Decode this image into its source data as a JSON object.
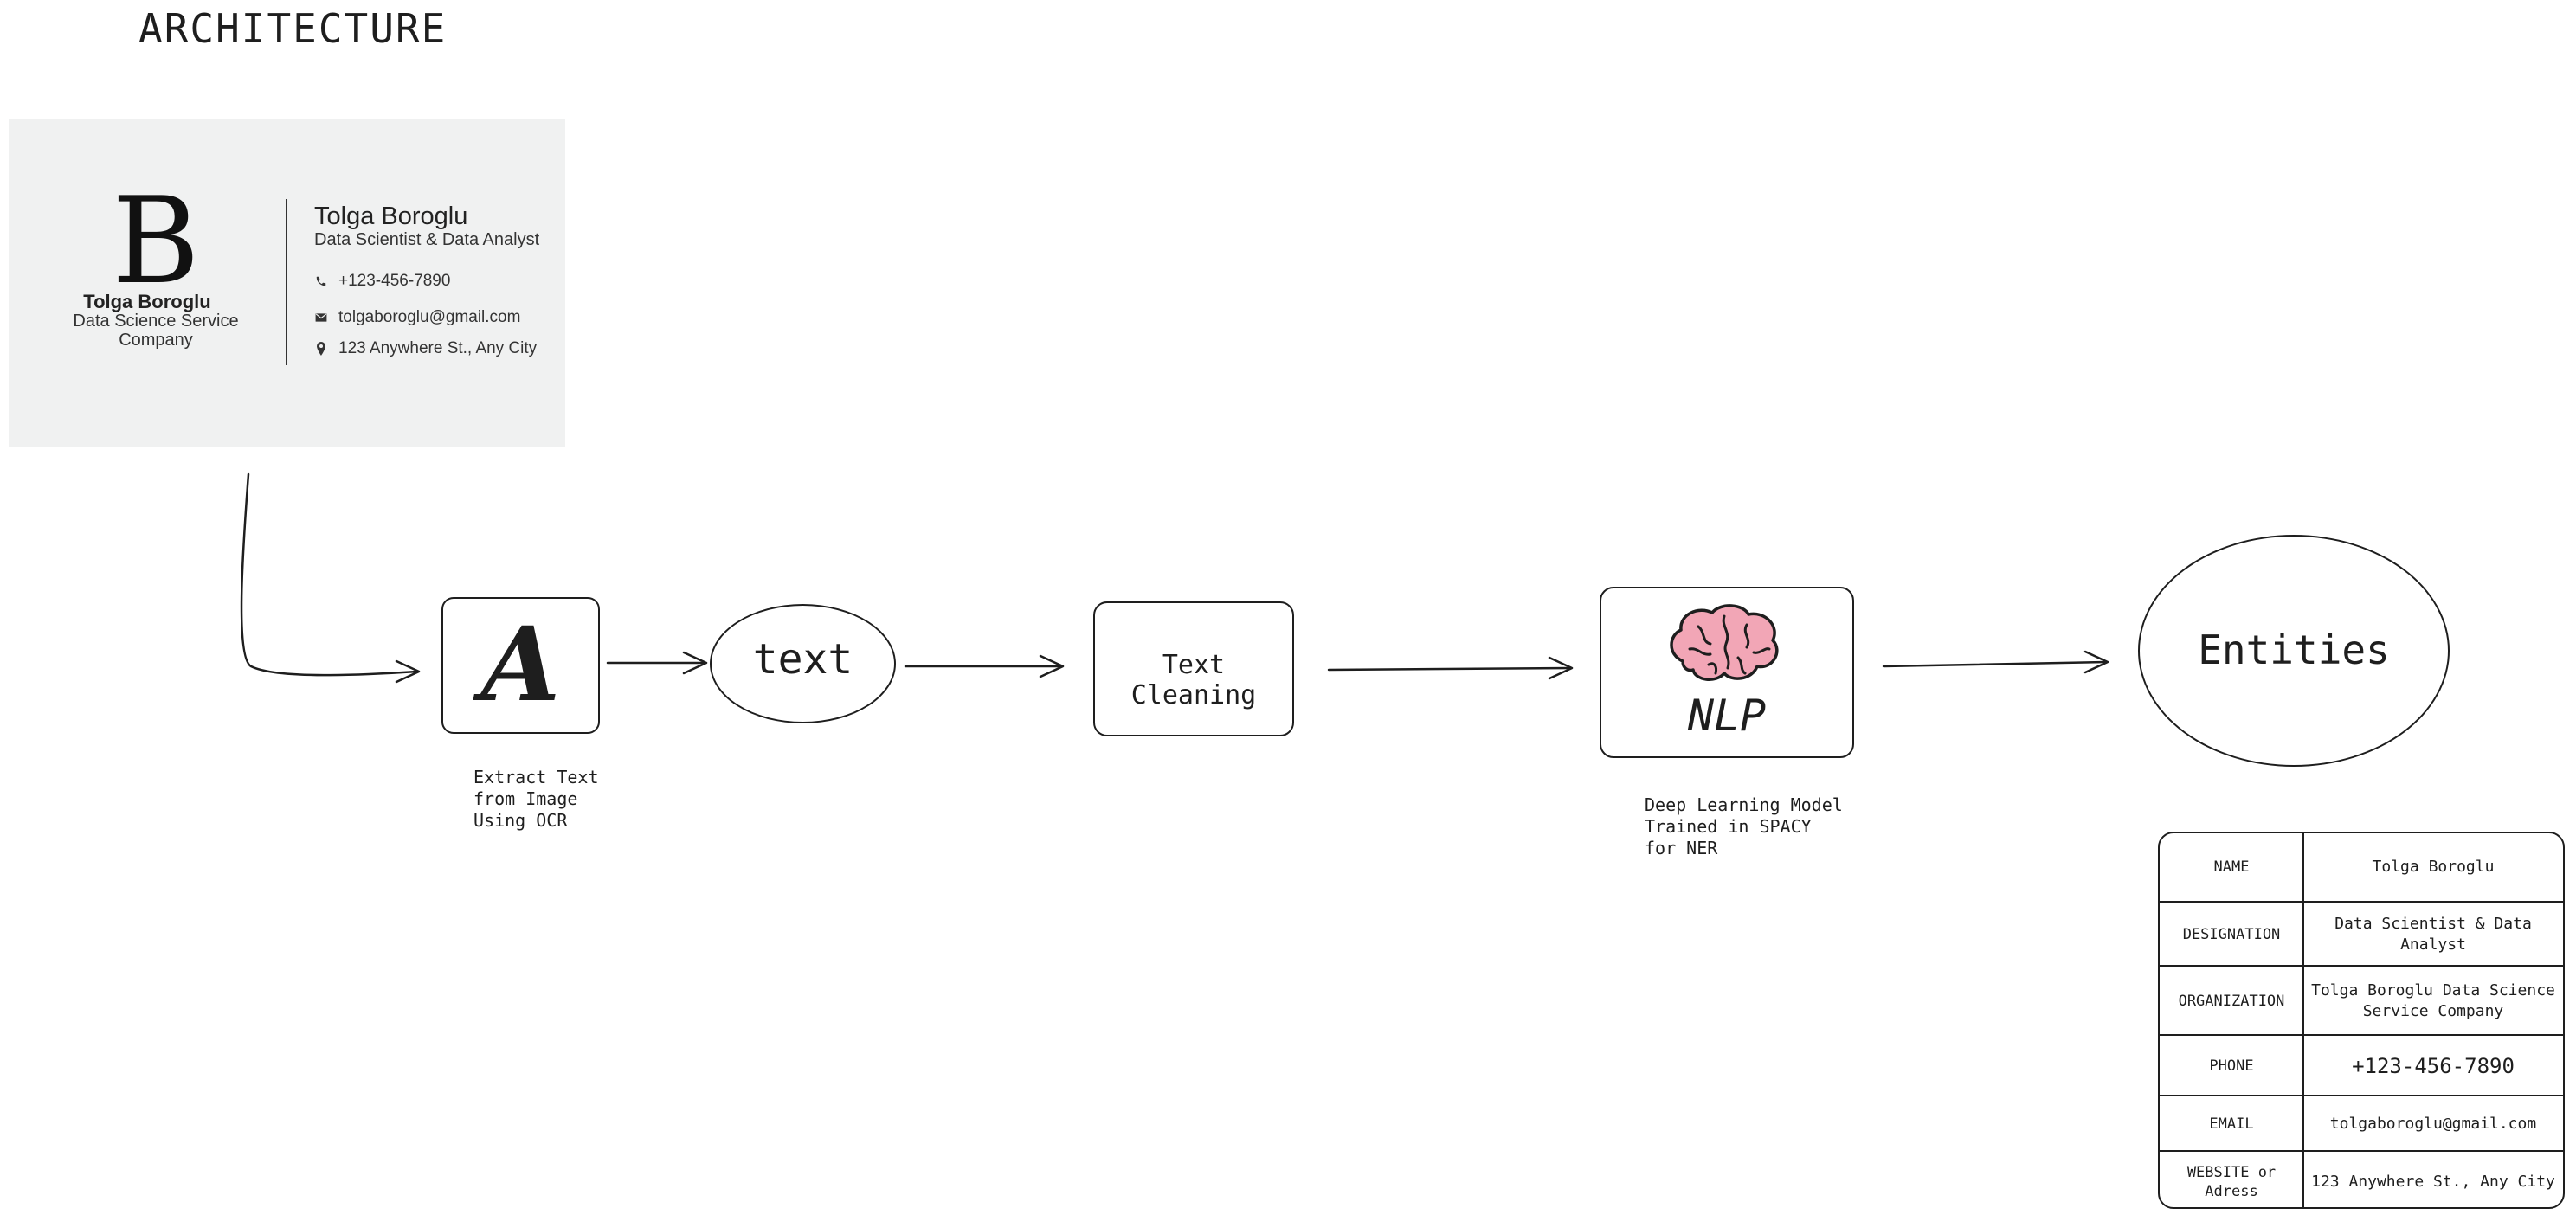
{
  "title": "ARCHITECTURE",
  "business_card": {
    "monogram": "B",
    "left_name": "Tolga Boroglu",
    "left_company": "Data Science Service Company",
    "name": "Tolga Boroglu",
    "title": "Data Scientist & Data Analyst",
    "phone": "+123-456-7890",
    "email": "tolgaboroglu@gmail.com",
    "address": "123 Anywhere St., Any City"
  },
  "nodes": {
    "ocr_glyph": "A",
    "ocr_caption": [
      "Extract Text",
      "from Image",
      "Using OCR"
    ],
    "text": "text",
    "cleaning": "Text Cleaning",
    "nlp": "NLP",
    "nlp_caption": [
      "Deep Learning Model",
      "Trained in SPACY",
      "for NER"
    ],
    "entities": "Entities"
  },
  "entities_table": [
    {
      "key": "NAME",
      "value": "Tolga Boroglu"
    },
    {
      "key": "DESIGNATION",
      "value": "Data Scientist & Data Analyst"
    },
    {
      "key": "ORGANIZATION",
      "value": "Tolga Boroglu Data Science Service Company"
    },
    {
      "key": "PHONE",
      "value": "+123-456-7890"
    },
    {
      "key": "EMAIL",
      "value": "tolgaboroglu@gmail.com"
    },
    {
      "key": "WEBSITE or Adress",
      "value": "123 Anywhere St., Any City"
    }
  ],
  "colors": {
    "ink": "#1e1e1e",
    "card_background": "#f0f1f1",
    "brain_pink": "#f2a6b6"
  },
  "icons": [
    "phone-icon",
    "email-icon",
    "location-pin-icon",
    "brain-icon"
  ]
}
